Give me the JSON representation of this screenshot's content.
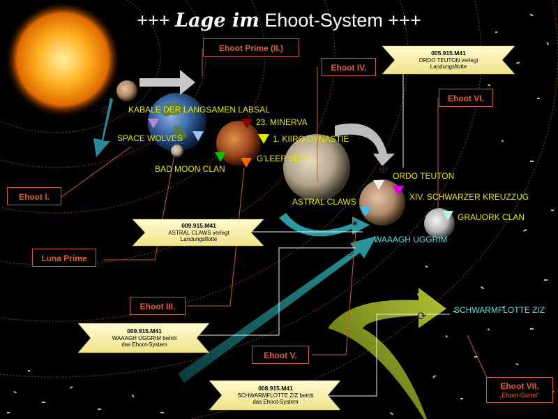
{
  "title_gothic": "Lage im",
  "title_prefix": "+++",
  "title_main": "Ehoot-System +++",
  "orbits": [
    {
      "id": "ehoot-i",
      "label": "Ehoot I."
    },
    {
      "id": "ehoot-prime-ii",
      "label": "Ehoot Prime (II.)"
    },
    {
      "id": "luna-prime",
      "label": "Luna Prime"
    },
    {
      "id": "ehoot-iii",
      "label": "Ehoot III."
    },
    {
      "id": "ehoot-iv",
      "label": "Ehoot IV."
    },
    {
      "id": "ehoot-v",
      "label": "Ehoot V."
    },
    {
      "id": "ehoot-vi",
      "label": "Ehoot VI."
    },
    {
      "id": "ehoot-vii",
      "label": "Ehoot VII.",
      "sub": "„Ehoot-Gürtel\""
    }
  ],
  "factions": [
    {
      "label": "KABALE DER LANGSAMEN LABSAL",
      "color": "#e6e600"
    },
    {
      "label": "SPACE WOLVES",
      "color": "#e6e600"
    },
    {
      "label": "BAD MOON CLAN",
      "color": "#e6e600"
    },
    {
      "label": "23. MINERVA",
      "color": "#e6e600"
    },
    {
      "label": "1. KIIRO DYNASTIE",
      "color": "#e6e600"
    },
    {
      "label": "G'LEEP SEPT",
      "color": "#e6e600"
    },
    {
      "label": "ASTRAL CLAWS",
      "color": "#e6e600"
    },
    {
      "label": "ORDO TEUTON",
      "color": "#e6e600"
    },
    {
      "label": "XIV. SCHWARZER KREUZZUG",
      "color": "#e6e600"
    },
    {
      "label": "GRAUORK CLAN",
      "color": "#e6e600"
    },
    {
      "label": "WAAAGH UGGRIM",
      "color": "#55e0e0"
    },
    {
      "label": "SCHWARMFLOTTE ZIZ",
      "color": "#55e0e0"
    }
  ],
  "events": [
    {
      "date": "005.915.M41",
      "line1": "ORDO TEUTON verlegt",
      "line2": "Landungsflotte"
    },
    {
      "date": "009.915.M41",
      "line1": "ASTRAL CLAWS verlegt",
      "line2": "Landungsflotte"
    },
    {
      "date": "009.915.M41",
      "line1": "WAAAGH UGGRIM betritt",
      "line2": "das Ehoot-System"
    },
    {
      "date": "008.915.M41",
      "line1": "SCHWARMFLOTTE ZIZ betritt",
      "line2": "das Ehoot-System"
    }
  ],
  "colors": {
    "background": "#000000",
    "orbit": "#a85a20",
    "label_box": "#e0612f",
    "faction": "#e6e600",
    "xenos": "#55e0e0"
  }
}
